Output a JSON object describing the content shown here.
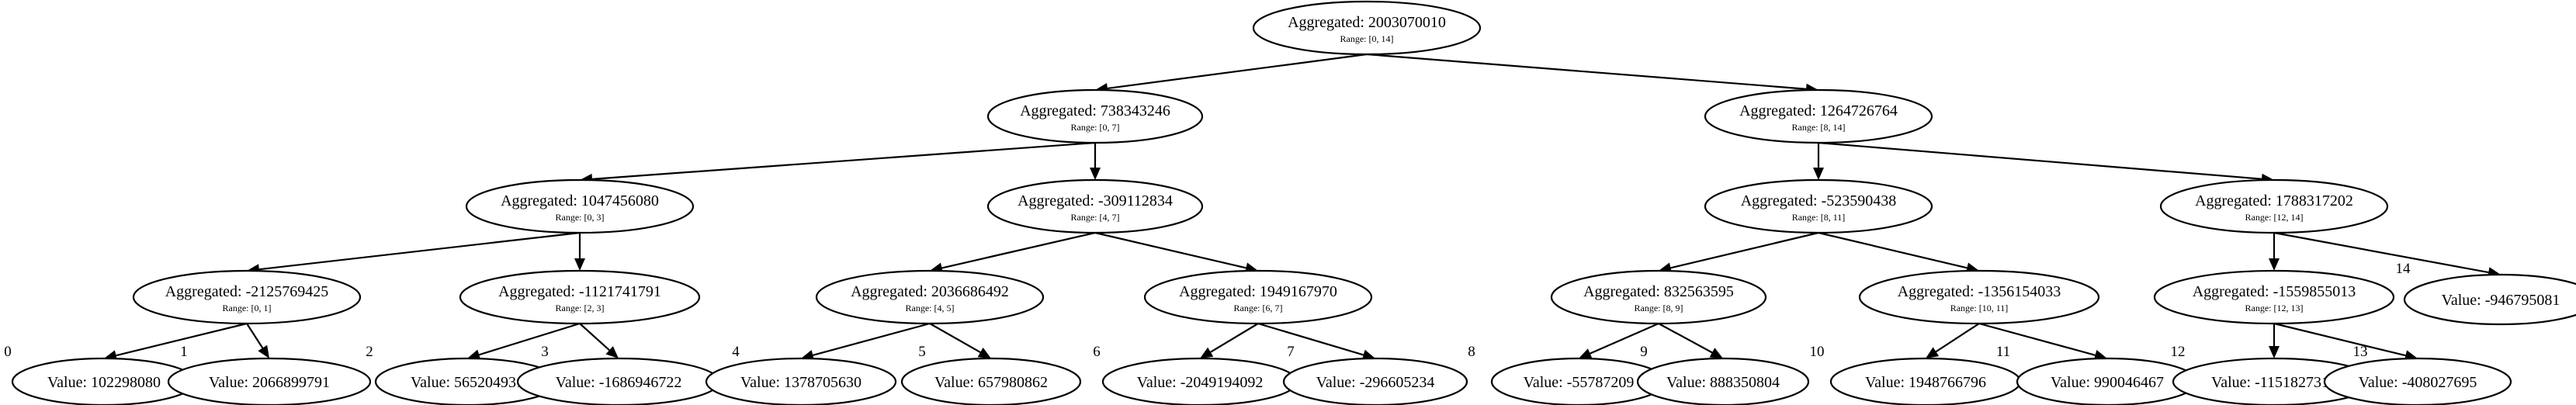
{
  "tree": {
    "internal": [
      {
        "id": "n0",
        "title": "Aggregated: 2003070010",
        "range": "Range: [0, 14]"
      },
      {
        "id": "n1",
        "title": "Aggregated: 738343246",
        "range": "Range: [0, 7]"
      },
      {
        "id": "n2",
        "title": "Aggregated: 1264726764",
        "range": "Range: [8, 14]"
      },
      {
        "id": "n3",
        "title": "Aggregated: 1047456080",
        "range": "Range: [0, 3]"
      },
      {
        "id": "n4",
        "title": "Aggregated: -309112834",
        "range": "Range: [4, 7]"
      },
      {
        "id": "n5",
        "title": "Aggregated: -523590438",
        "range": "Range: [8, 11]"
      },
      {
        "id": "n6",
        "title": "Aggregated: 1788317202",
        "range": "Range: [12, 14]"
      },
      {
        "id": "n7",
        "title": "Aggregated: -2125769425",
        "range": "Range: [0, 1]"
      },
      {
        "id": "n8",
        "title": "Aggregated: -1121741791",
        "range": "Range: [2, 3]"
      },
      {
        "id": "n9",
        "title": "Aggregated: 2036686492",
        "range": "Range: [4, 5]"
      },
      {
        "id": "n10",
        "title": "Aggregated: 1949167970",
        "range": "Range: [6, 7]"
      },
      {
        "id": "n11",
        "title": "Aggregated: 832563595",
        "range": "Range: [8, 9]"
      },
      {
        "id": "n12",
        "title": "Aggregated: -1356154033",
        "range": "Range: [10, 11]"
      },
      {
        "id": "n13",
        "title": "Aggregated: -1559855013",
        "range": "Range: [12, 13]"
      }
    ],
    "leaves": [
      {
        "id": "l0",
        "index": "0",
        "label": "Value: 102298080"
      },
      {
        "id": "l1",
        "index": "1",
        "label": "Value: 2066899791"
      },
      {
        "id": "l2",
        "index": "2",
        "label": "Value: 565204931"
      },
      {
        "id": "l3",
        "index": "3",
        "label": "Value: -1686946722"
      },
      {
        "id": "l4",
        "index": "4",
        "label": "Value: 1378705630"
      },
      {
        "id": "l5",
        "index": "5",
        "label": "Value: 657980862"
      },
      {
        "id": "l6",
        "index": "6",
        "label": "Value: -2049194092"
      },
      {
        "id": "l7",
        "index": "7",
        "label": "Value: -296605234"
      },
      {
        "id": "l8",
        "index": "8",
        "label": "Value: -55787209"
      },
      {
        "id": "l9",
        "index": "9",
        "label": "Value: 888350804"
      },
      {
        "id": "l10",
        "index": "10",
        "label": "Value: 1948766796"
      },
      {
        "id": "l11",
        "index": "11",
        "label": "Value: 990046467"
      },
      {
        "id": "l12",
        "index": "12",
        "label": "Value: -1151827318"
      },
      {
        "id": "l13",
        "index": "13",
        "label": "Value: -408027695"
      },
      {
        "id": "l14",
        "index": "14",
        "label": "Value: -946795081"
      }
    ],
    "edges": [
      [
        "n0",
        "n1"
      ],
      [
        "n0",
        "n2"
      ],
      [
        "n1",
        "n3"
      ],
      [
        "n1",
        "n4"
      ],
      [
        "n2",
        "n5"
      ],
      [
        "n2",
        "n6"
      ],
      [
        "n3",
        "n7"
      ],
      [
        "n3",
        "n8"
      ],
      [
        "n4",
        "n9"
      ],
      [
        "n4",
        "n10"
      ],
      [
        "n5",
        "n11"
      ],
      [
        "n5",
        "n12"
      ],
      [
        "n6",
        "n13"
      ],
      [
        "n6",
        "l14"
      ],
      [
        "n7",
        "l0"
      ],
      [
        "n7",
        "l1"
      ],
      [
        "n8",
        "l2"
      ],
      [
        "n8",
        "l3"
      ],
      [
        "n9",
        "l4"
      ],
      [
        "n9",
        "l5"
      ],
      [
        "n10",
        "l6"
      ],
      [
        "n10",
        "l7"
      ],
      [
        "n11",
        "l8"
      ],
      [
        "n11",
        "l9"
      ],
      [
        "n12",
        "l10"
      ],
      [
        "n12",
        "l11"
      ],
      [
        "n13",
        "l12"
      ],
      [
        "n13",
        "l13"
      ]
    ]
  }
}
